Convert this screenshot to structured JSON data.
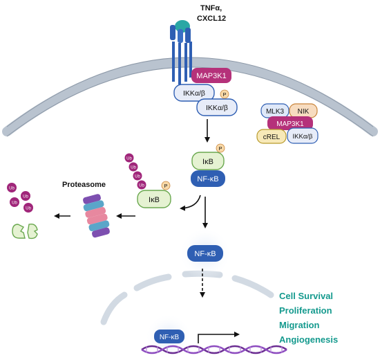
{
  "ligand": {
    "line1": "TNFα,",
    "line2": "CXCL12"
  },
  "membrane_complex": {
    "map3k1": "MAP3K1",
    "ikk_a": "IKKα/β",
    "ikk_b": "IKKα/β",
    "phospho": "P"
  },
  "alt_complex": {
    "mlk3": "MLK3",
    "nik": "NIK",
    "map3k1": "MAP3K1",
    "crel": "cREL",
    "ikk": "IKKα/β"
  },
  "cytoplasm": {
    "ikb": "IκB",
    "phospho": "P",
    "nfkb": "NF-κB",
    "ub_ikb": "IκB",
    "ub_phospho": "P",
    "ub": "Ub",
    "proteasome_label": "Proteasome",
    "free_ub": "Ub",
    "nfkb_translocated": "NF-κB"
  },
  "nucleus": {
    "nfkb": "NF-κB"
  },
  "outcomes": [
    "Cell Survival",
    "Proliferation",
    "Migration",
    "Angiogenesis"
  ],
  "colors": {
    "magenta": "#b5317a",
    "blue": "#2f5fb3",
    "green_fill": "#e5f2d2",
    "green_stroke": "#6aa84f",
    "teal_text": "#159a8e",
    "membrane": "#b9c3cf",
    "dna": "#6a2c91"
  }
}
